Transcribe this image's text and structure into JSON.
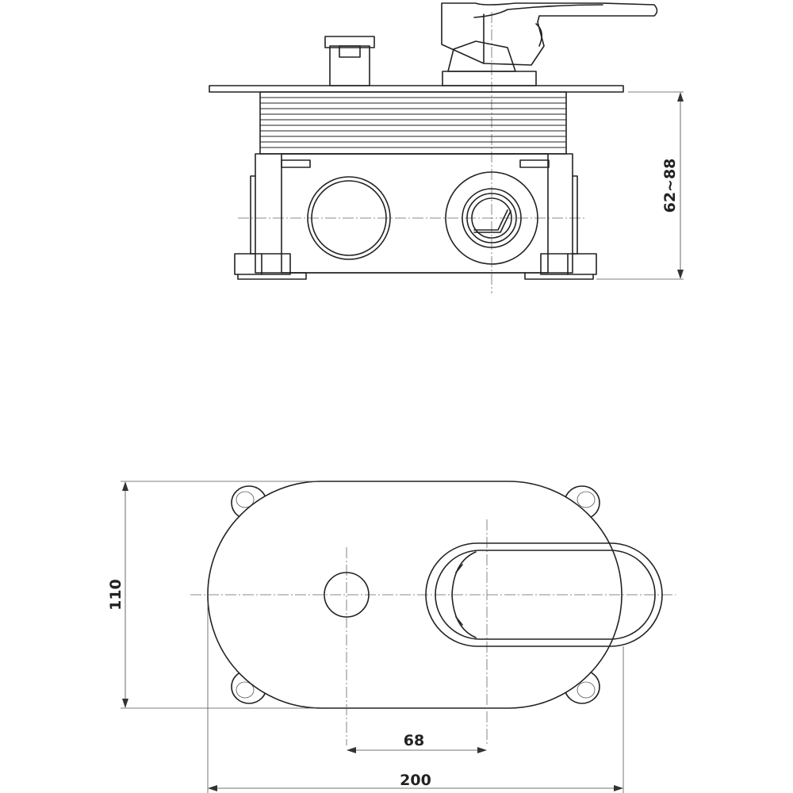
{
  "drawing": {
    "side_view": {
      "dimensions": {
        "height_range": "62~88"
      }
    },
    "front_view": {
      "dimensions": {
        "height": "110",
        "center_distance": "68",
        "width": "200"
      }
    }
  }
}
